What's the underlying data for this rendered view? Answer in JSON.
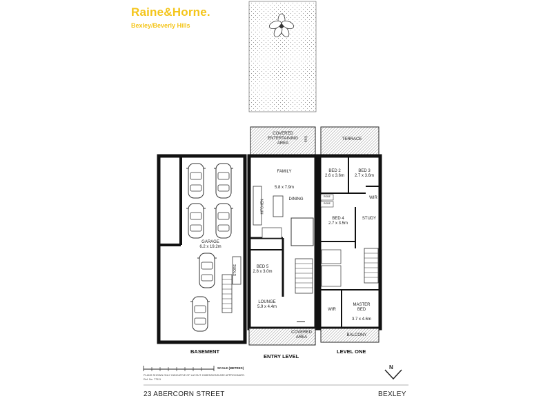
{
  "brand": {
    "name": "Raine&Horne.",
    "office": "Bexley/Beverly Hills",
    "color": "#f4c51a"
  },
  "levels": {
    "basement": "BASEMENT",
    "entry": "ENTRY LEVEL",
    "level_one": "LEVEL ONE"
  },
  "rooms": {
    "garage_name": "GARAGE",
    "garage_size": "6.2 x 19.2m",
    "store": "STORE",
    "covered_entertaining": "COVERED\nENTERTAINING\nAREA",
    "bbq": "BBQ",
    "family": "FAMILY",
    "family_size": "5.8 x 7.9m",
    "dining": "DINING",
    "kitchen": "KITCHEN",
    "bed5_name": "BED 5",
    "bed5_size": "2.8 x 3.0m",
    "lounge_name": "LOUNGE",
    "lounge_size": "5.9 x 4.4m",
    "covered_area": "COVERED\nAREA",
    "bed2_name": "BED 2",
    "bed2_size": "2.6 x 3.6m",
    "bed3_name": "BED 3",
    "bed3_size": "2.7 x 3.6m",
    "bed4_name": "BED 4",
    "bed4_size": "2.7 x 3.5m",
    "wir": "WIR",
    "study": "STUDY",
    "master_name": "MASTER\nBED",
    "master_size": "3.7 x 4.6m",
    "wir2": "WIR",
    "terrace": "TERRACE",
    "balcony": "BALCONY",
    "robe1": "ROBE",
    "robe2": "ROBE"
  },
  "scale": {
    "label": "SCALE (METRES)"
  },
  "disclaimer": "PLANS SHOWN ONLY INDICATIVE OF LAYOUT. DIMENSIONS ARE APPROXIMATE.",
  "ref": "Ref. No. 77511",
  "address": "23 ABERCORN STREET",
  "suburb": "BEXLEY",
  "compass": "N"
}
